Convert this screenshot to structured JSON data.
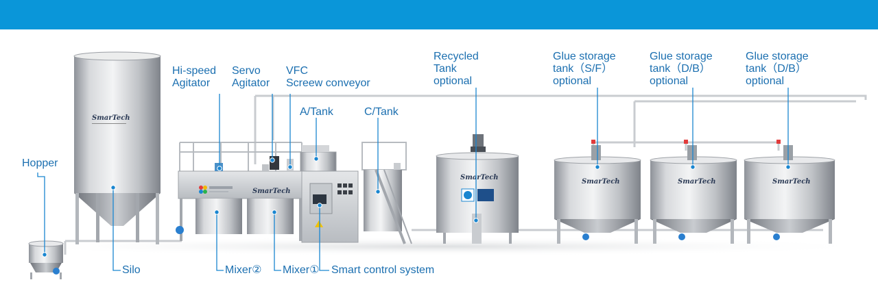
{
  "brand": {
    "name": "SmarTech",
    "bar_color": "#0a96d9",
    "label_color": "#1b6fb0",
    "marker_color": "#1a86d0"
  },
  "labels": {
    "hopper": "Hopper",
    "silo": "Silo",
    "hi_speed_agitator": "Hi-speed\nAgitator",
    "servo_agitator": "Servo\nAgitator",
    "vfc_conveyor": "VFC\nScreew conveyor",
    "a_tank": "A/Tank",
    "c_tank": "C/Tank",
    "mixer2": "Mixer②",
    "mixer1": "Mixer①",
    "smart_control": "Smart control system",
    "recycled_tank": "Recycled\nTank\noptional",
    "glue_sf": "Glue storage\ntank（S/F）\noptional",
    "glue_db1": "Glue storage\ntank（D/B）\noptional",
    "glue_db2": "Glue storage\ntank（D/B）\noptional"
  }
}
